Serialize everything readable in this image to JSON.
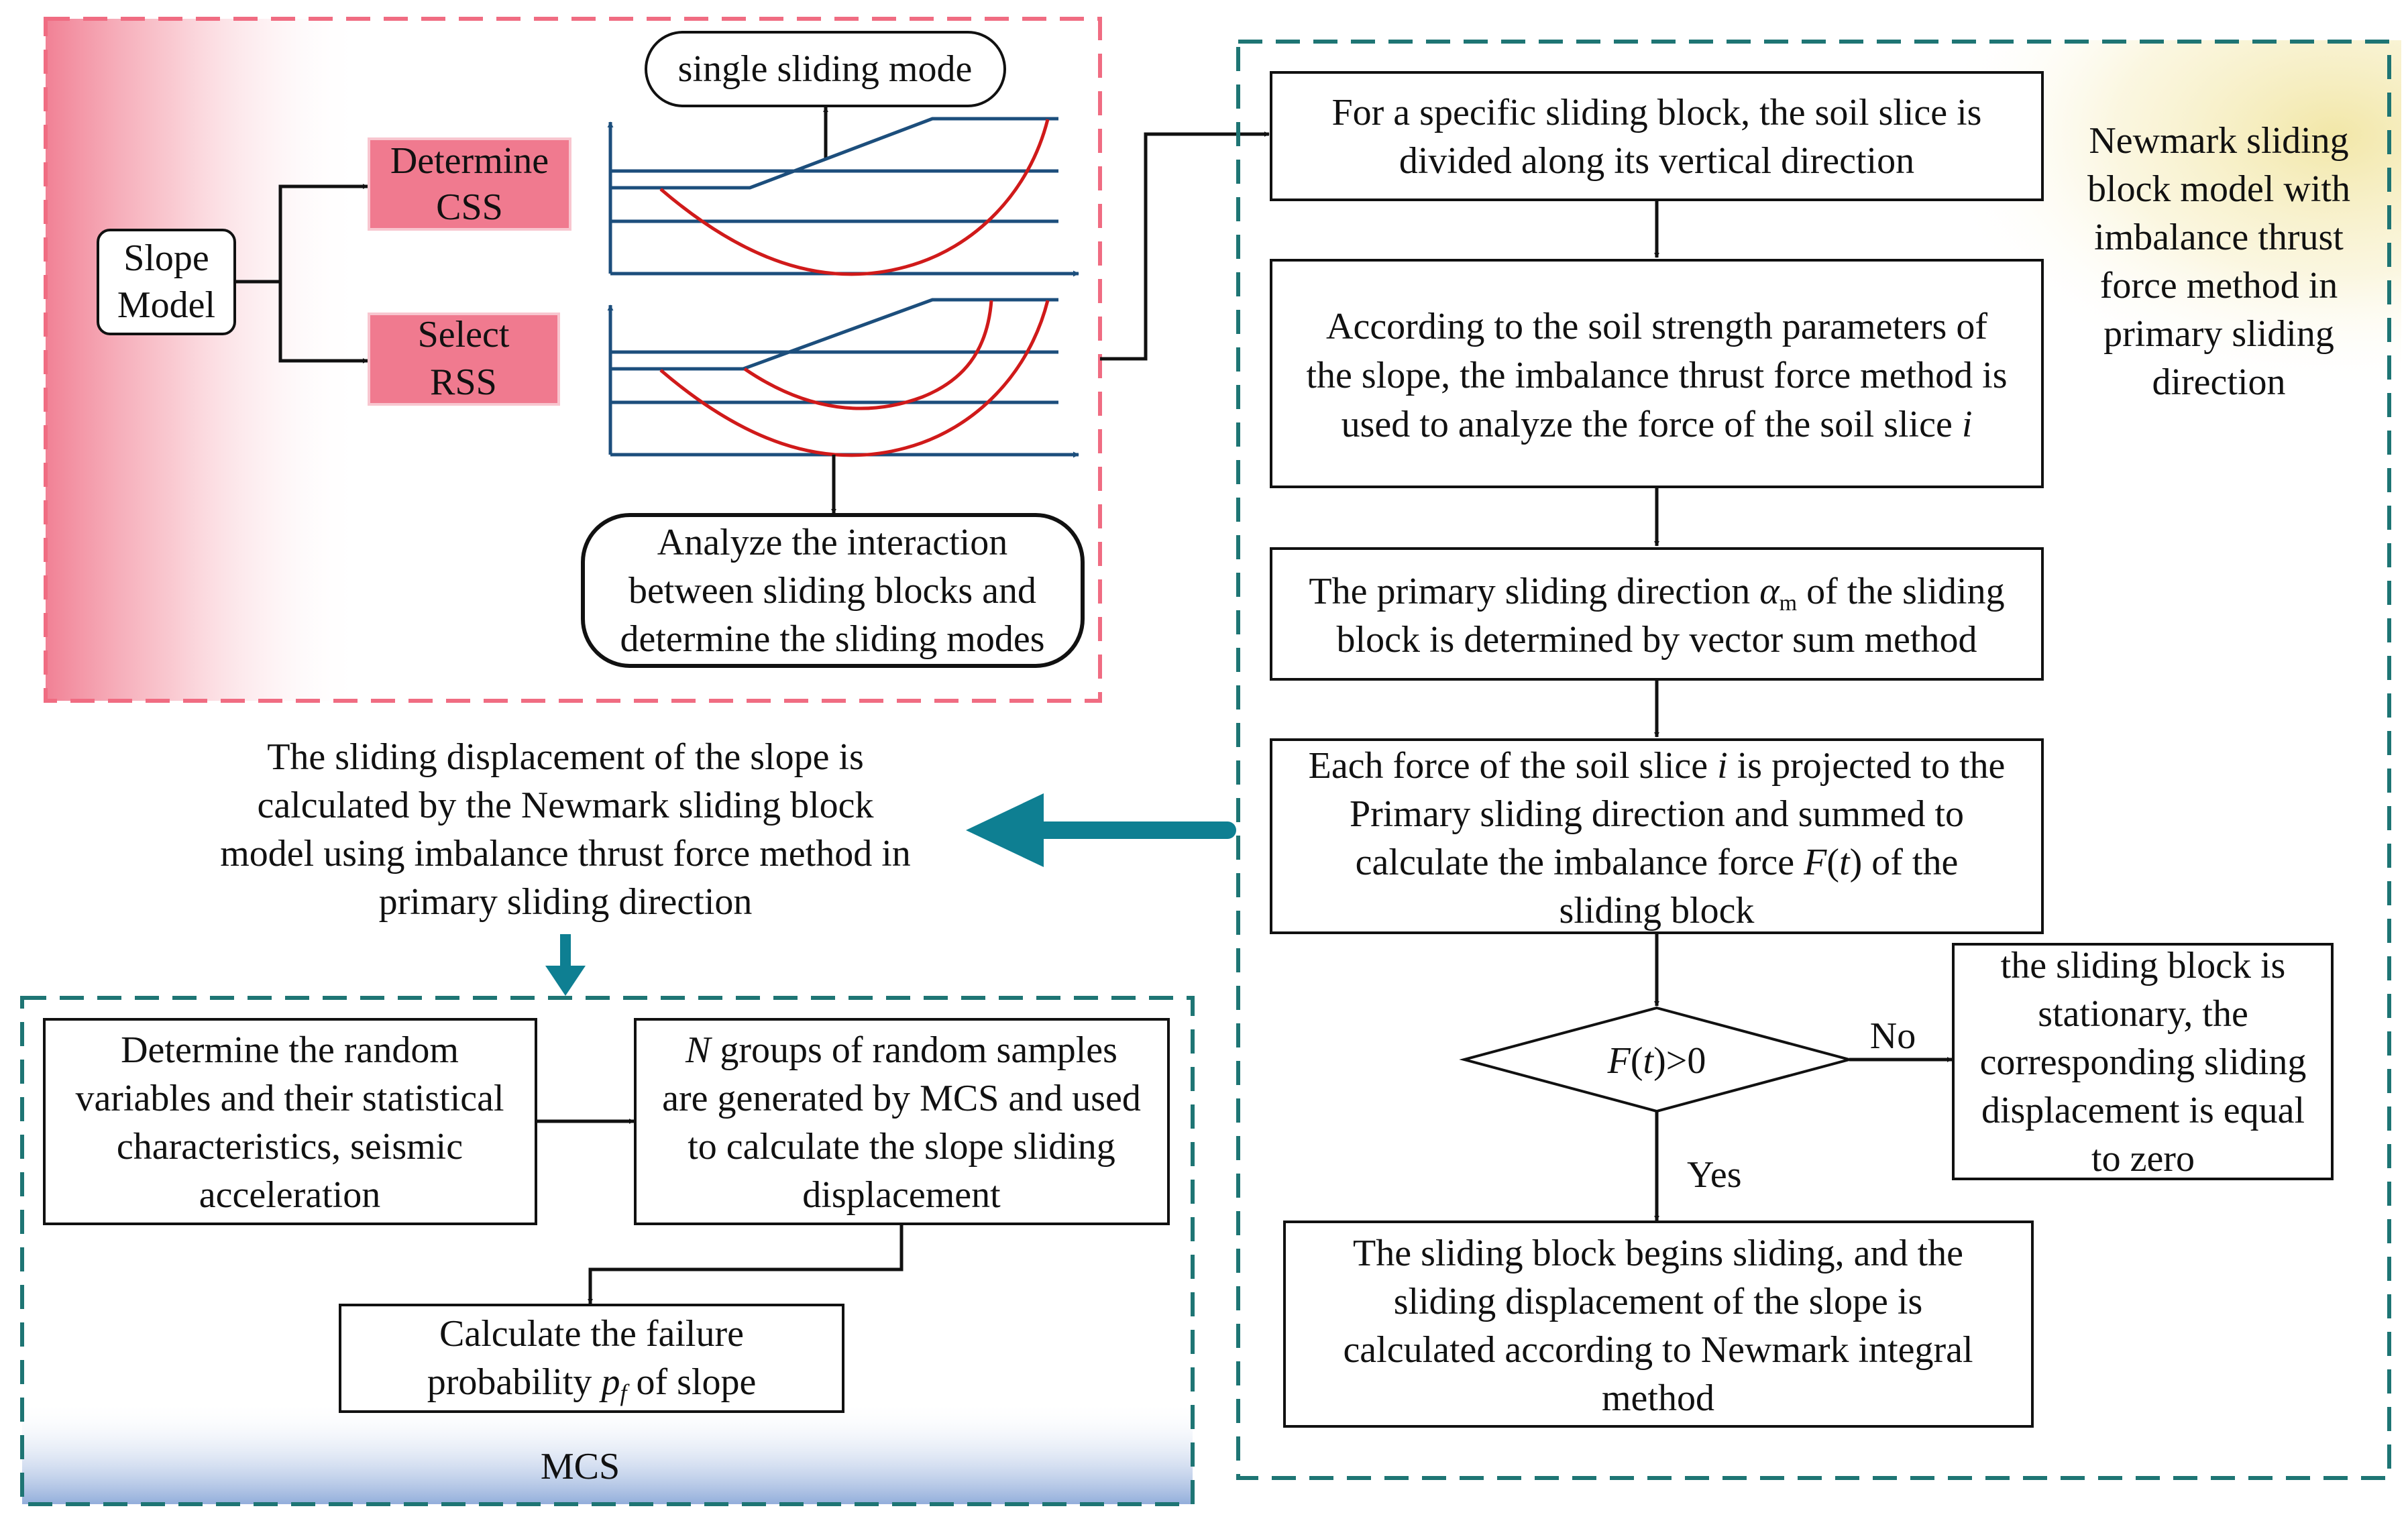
{
  "colors": {
    "pink_dash": "#f06c82",
    "teal_dash": "#1e7574",
    "pink_fill": "#f07a8f",
    "navy": "#1c4e7c",
    "curve": "#d01a1a",
    "arrow_teal": "#0e7f92",
    "note_gold": "#f2e7a8",
    "mcs_blue": "#93aedb"
  },
  "slope_module": {
    "slope_model": [
      "Slope",
      "Model"
    ],
    "determine_css": [
      "Determine",
      "CSS"
    ],
    "select_rss": [
      "Select",
      "RSS"
    ],
    "single_sliding_mode": "single sliding mode",
    "analyze_interaction": [
      "Analyze the interaction",
      "between sliding blocks and",
      "determine the sliding modes"
    ]
  },
  "newmark_module": {
    "side_note": [
      "Newmark sliding",
      "block  model with",
      "imbalance thrust",
      "force method in",
      "primary sliding",
      "direction"
    ],
    "step1": [
      "For a specific sliding block, the soil slice is",
      "divided along its vertical direction"
    ],
    "step2": {
      "line1": "According to the soil strength parameters of",
      "line2": "the slope, the imbalance thrust force method is",
      "line3_pre": "used to analyze the force of the soil slice ",
      "line3_var": "i"
    },
    "step3": {
      "line1_pre": "The primary sliding direction ",
      "alpha": "α",
      "alpha_sub": "m",
      "line1_post": " of the sliding",
      "line2": "block is determined by vector sum method"
    },
    "step4": {
      "line1_pre": "Each force of the soil slice ",
      "line1_var": "i",
      "line1_post": " is projected to the",
      "line2": "Primary sliding direction and summed to",
      "line3_pre": "calculate the imbalance force ",
      "line3_var": "F",
      "line3_paren_open": "(",
      "line3_t": "t",
      "line3_post": ") of the",
      "line4": "sliding block"
    },
    "decision": {
      "F": "F",
      "open": "(",
      "t": "t",
      "close": ")>0"
    },
    "no_label": "No",
    "yes_label": "Yes",
    "no_result": [
      "the sliding block is",
      "stationary, the",
      "corresponding sliding",
      "displacement is equal",
      "to zero"
    ],
    "yes_result": [
      "The sliding block begins sliding, and the",
      "sliding displacement of the slope is",
      "calculated according to Newmark integral",
      "method"
    ]
  },
  "summary_text": [
    "The sliding displacement of the slope is",
    "calculated by the Newmark sliding block",
    "model using imbalance thrust force method in",
    "primary sliding direction"
  ],
  "mcs_module": {
    "label": "MCS",
    "box1": [
      "Determine the random",
      "variables and their statistical",
      "characteristics, seismic",
      "acceleration"
    ],
    "box2": {
      "line1_var": "N",
      "line1_post": " groups of random samples",
      "line2": "are generated by MCS and used",
      "line3": "to calculate the slope sliding",
      "line4": "displacement"
    },
    "box3": {
      "line1": "Calculate the failure",
      "line2_pre": "probability ",
      "p": "p",
      "p_sub": "f",
      "line2_post": " of slope"
    }
  }
}
